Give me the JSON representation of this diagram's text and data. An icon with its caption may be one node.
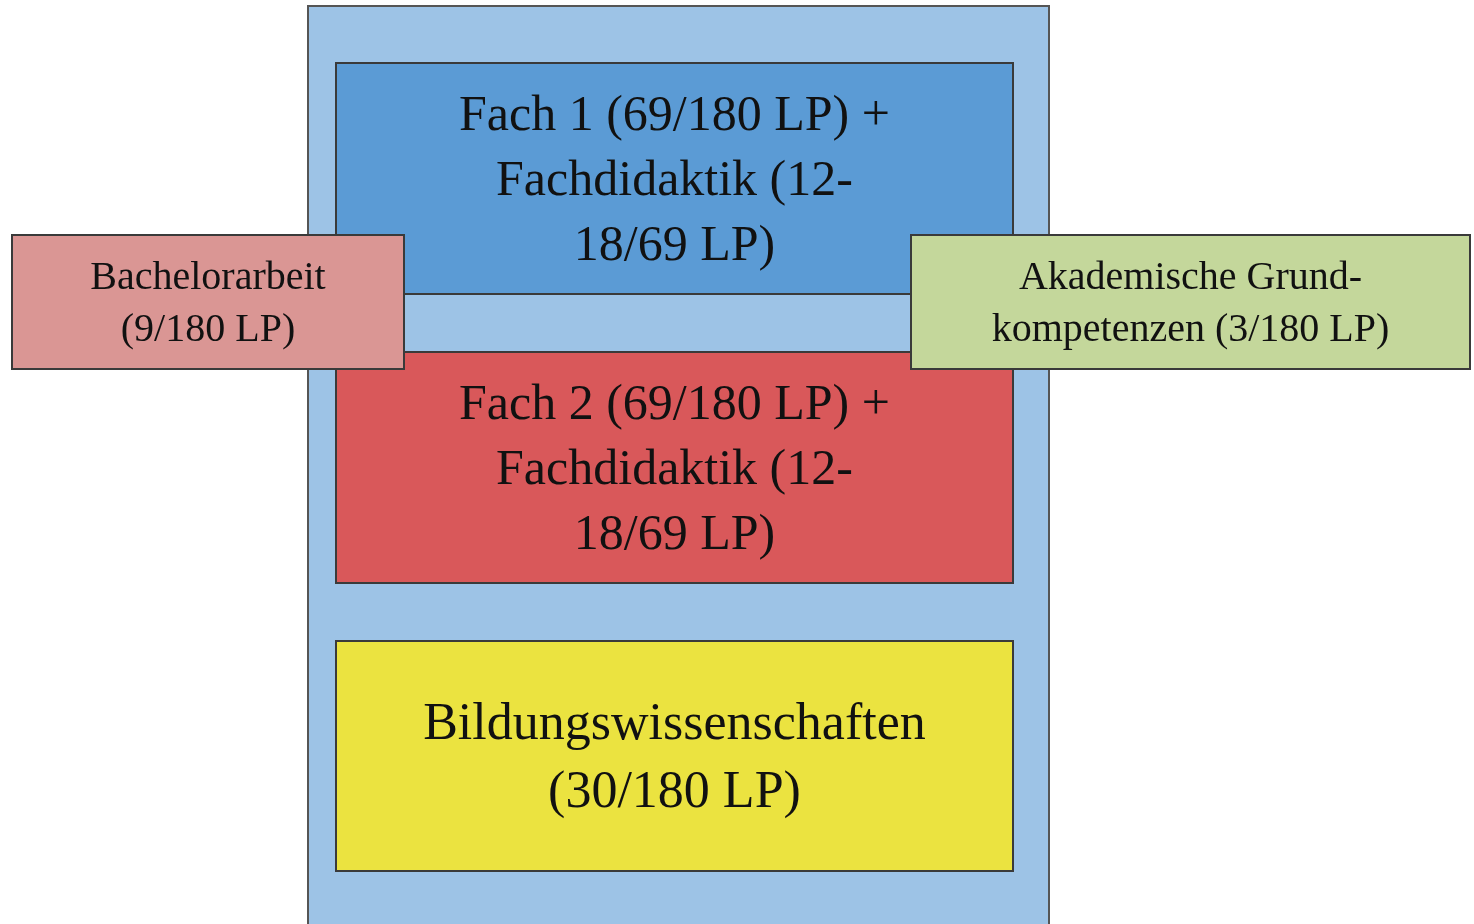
{
  "diagram": {
    "nodes": [
      {
        "text": [],
        "shape": "box"
      },
      {
        "text": [
          "Fach 1 (69/180 LP) + Fachdidaktik (12-18/69 LP)"
        ],
        "in": 0
      },
      {
        "text": [
          "Fach 2 (69/180 LP) + Fachdidaktik (12-18/69 LP)"
        ],
        "in": 0
      },
      {
        "text": [
          "Bildungswissenschaften (30/180 LP)"
        ],
        "in": 0
      },
      {
        "text": [
          "Bachelorarbeit (9/180 LP)"
        ]
      },
      {
        "text": [
          "Akademische Grund- kompetenzen (3/180 LP)"
        ]
      }
    ]
  }
}
